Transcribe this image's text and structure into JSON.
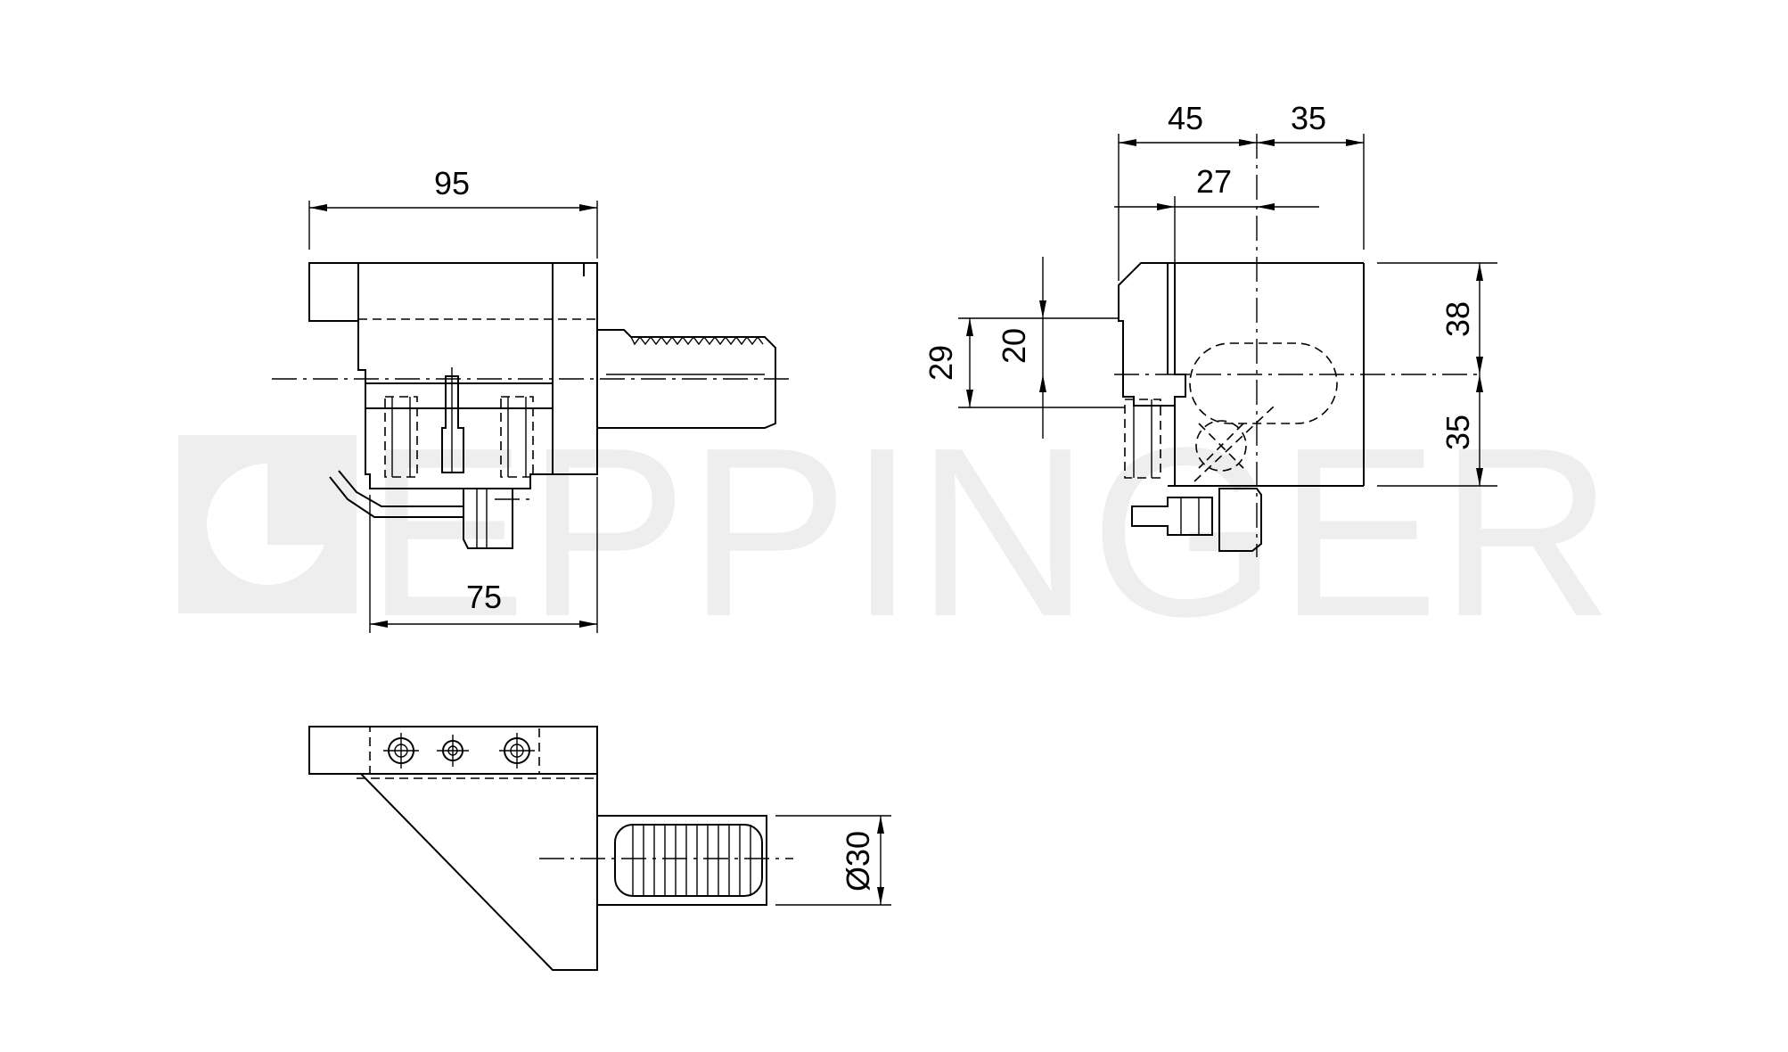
{
  "watermark": {
    "text": "EPPINGER",
    "color": "#eeeeee"
  },
  "colors": {
    "line": "#000000",
    "background": "#ffffff"
  },
  "dimensions": {
    "front_total_length": "95",
    "front_base_length": "75",
    "side_left_width": "45",
    "side_right_width": "35",
    "side_inner_width": "27",
    "side_height_29": "29",
    "side_height_20": "20",
    "side_upper_height": "38",
    "side_lower_height": "35",
    "shank_diameter": "Ø30"
  }
}
